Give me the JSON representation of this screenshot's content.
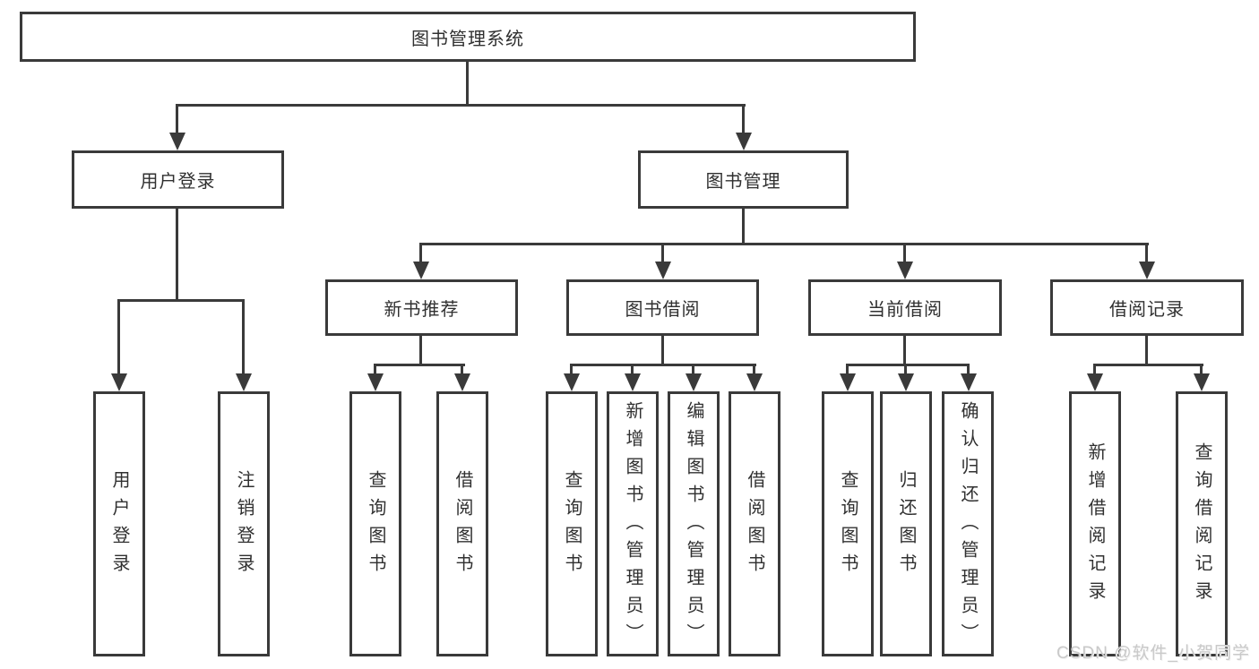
{
  "tree": {
    "label": "图书管理系统",
    "children": [
      {
        "label": "用户登录",
        "children": [
          {
            "label": "用户登录"
          },
          {
            "label": "注销登录"
          }
        ]
      },
      {
        "label": "图书管理",
        "children": [
          {
            "label": "新书推荐",
            "children": [
              {
                "label": "查询图书"
              },
              {
                "label": "借阅图书"
              }
            ]
          },
          {
            "label": "图书借阅",
            "children": [
              {
                "label": "查询图书"
              },
              {
                "label": "新增图书（管理员）"
              },
              {
                "label": "编辑图书（管理员）"
              },
              {
                "label": "借阅图书"
              }
            ]
          },
          {
            "label": "当前借阅",
            "children": [
              {
                "label": "查询图书"
              },
              {
                "label": "归还图书"
              },
              {
                "label": "确认归还（管理员）"
              }
            ]
          },
          {
            "label": "借阅记录",
            "children": [
              {
                "label": "新增借阅记录"
              },
              {
                "label": "查询借阅记录"
              }
            ]
          }
        ]
      }
    ]
  },
  "watermark": "CSDN @软件_小贺同学",
  "colors": {
    "line": "#3a3a3a",
    "box_border": "#3a3a3a",
    "text": "#303030",
    "background": "#ffffff",
    "watermark": "#c9c9c9"
  }
}
